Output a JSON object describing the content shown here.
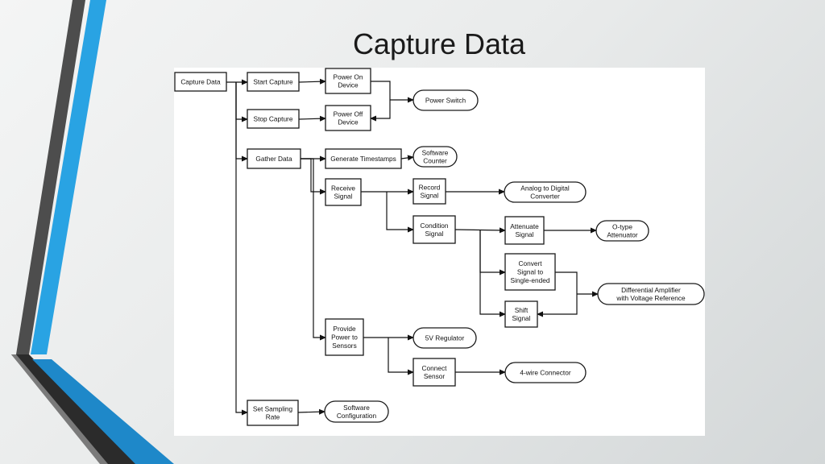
{
  "slide": {
    "title": "Capture Data",
    "accent_colors": {
      "blue": "#29a3e3",
      "dark_blue": "#1e88c9",
      "charcoal": "#4d4d4d",
      "dark": "#2b2b2b"
    }
  },
  "diagram": {
    "nodes": {
      "capture_data": [
        "Capture Data"
      ],
      "start_capture": [
        "Start Capture"
      ],
      "stop_capture": [
        "Stop Capture"
      ],
      "power_on_device": [
        "Power On",
        "Device"
      ],
      "power_off_device": [
        "Power Off",
        "Device"
      ],
      "power_switch": [
        "Power Switch"
      ],
      "gather_data": [
        "Gather Data"
      ],
      "generate_timestamps": [
        "Generate Timestamps"
      ],
      "software_counter": [
        "Software",
        "Counter"
      ],
      "receive_signal": [
        "Receive",
        "Signal"
      ],
      "record_signal": [
        "Record",
        "Signal"
      ],
      "analog_to_digital_converter": [
        "Analog to Digital",
        "Converter"
      ],
      "condition_signal": [
        "Condition",
        "Signal"
      ],
      "attenuate_signal": [
        "Attenuate",
        "Signal"
      ],
      "o_type_attenuator": [
        "O-type",
        "Attenuator"
      ],
      "convert_signal": [
        "Convert",
        "Signal to",
        "Single-ended"
      ],
      "shift_signal": [
        "Shift",
        "Signal"
      ],
      "differential_amplifier": [
        "Differential Amplifier",
        "with Voltage Reference"
      ],
      "provide_power": [
        "Provide",
        "Power to",
        "Sensors"
      ],
      "regulator_5v": [
        "5V Regulator"
      ],
      "connect_sensor": [
        "Connect",
        "Sensor"
      ],
      "four_wire_connector": [
        "4-wire Connector"
      ],
      "set_sampling_rate": [
        "Set Sampling",
        "Rate"
      ],
      "software_configuration": [
        "Software",
        "Configuration"
      ]
    }
  }
}
